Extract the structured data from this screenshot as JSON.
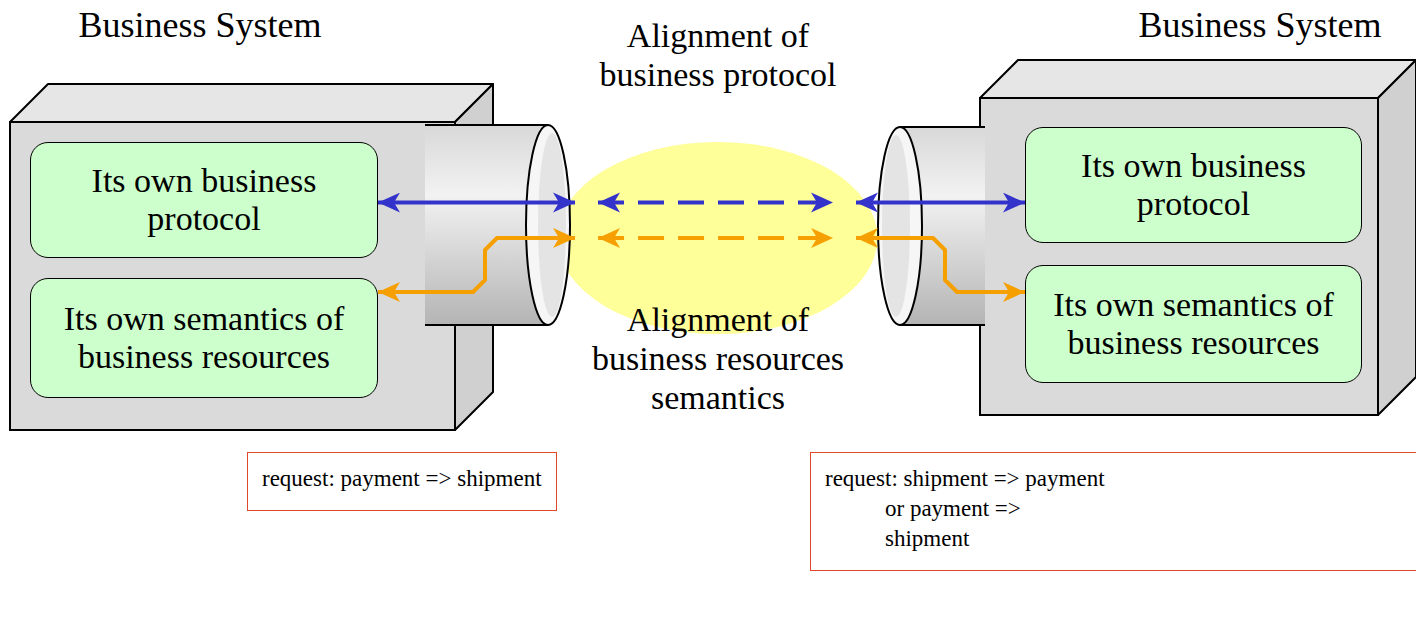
{
  "diagram": {
    "nodes": [
      {
        "text": [
          "Business System"
        ]
      },
      {
        "text": [
          "Its own business protocol"
        ],
        "in": 0
      },
      {
        "text": [
          "Its own semantics of business resources"
        ],
        "in": 0
      },
      {
        "text": [
          "Business System"
        ]
      },
      {
        "text": [
          "Its own business protocol"
        ],
        "in": 3
      },
      {
        "text": [
          "Its own semantics of business resources"
        ],
        "in": 3
      },
      {
        "text": [
          "request: payment => shipment"
        ]
      },
      {
        "text": [
          "request: shipment => payment or payment => shipment"
        ]
      }
    ],
    "edges": [
      {
        "from": 1,
        "to": 4,
        "arrow": "both"
      },
      {
        "from": 2,
        "to": 5,
        "arrow": "both"
      }
    ],
    "labels": [
      "Alignment of business protocol",
      "Alignment of business resources semantics"
    ]
  }
}
